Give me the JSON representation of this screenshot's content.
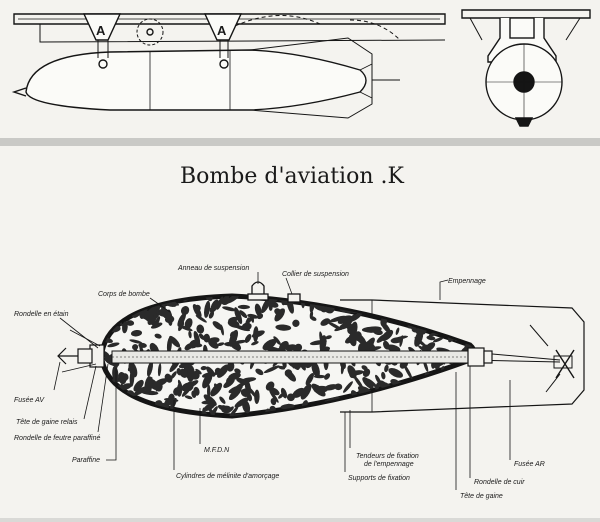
{
  "title": "Bombe d'aviation .K",
  "labels": {
    "anneau": "Anneau de suspension",
    "collier": "Collier de suspension",
    "corps": "Corps de bombe",
    "empennage": "Empennage",
    "rondelle_etain": "Rondelle en étain",
    "fusee_av": "Fusée AV",
    "tete_relais": "Tête de gaine relais",
    "rondelle_feutre": "Rondelle de feutre paraffiné",
    "paraffine": "Paraffine",
    "mfdn": "M.F.D.N",
    "cylindres": "Cylindres de mélinite d'amorçage",
    "tendeurs_1": "Tendeurs de fixation",
    "tendeurs_2": "de l'empennage",
    "supports": "Supports de fixation",
    "fusee_ar": "Fusée AR",
    "rondelle_cuir": "Rondelle de cuir",
    "tete_gaine": "Tête de gaine"
  },
  "top_marks": [
    "A",
    "A"
  ],
  "colors": {
    "paper": "#f4f3ef",
    "ink": "#151515",
    "fill": "#2a2a2a",
    "background": "#d9d9d6"
  }
}
